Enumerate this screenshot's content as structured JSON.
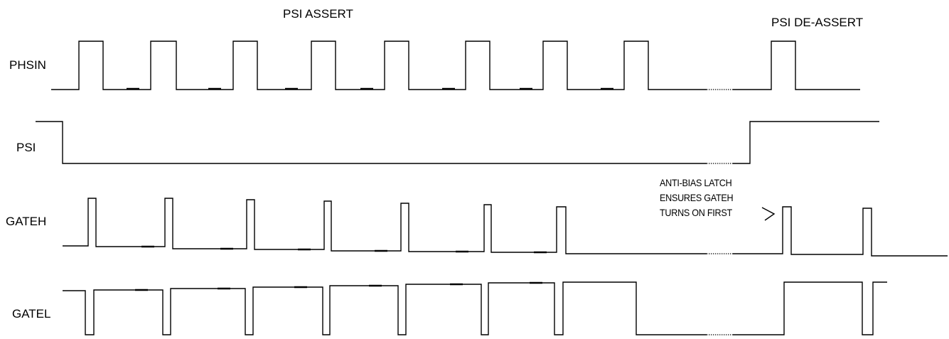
{
  "headings": {
    "assert": "PSI ASSERT",
    "deassert": "PSI DE-ASSERT"
  },
  "signals": {
    "phsin": "PHSIN",
    "psi": "PSI",
    "gateh": "GATEH",
    "gatel": "GATEL"
  },
  "annotation": {
    "line1": "ANTI-BIAS LATCH",
    "line2": "ENSURES GATEH",
    "line3": "TURNS ON FIRST"
  },
  "colors": {
    "ink": "#000000",
    "background": "#ffffff"
  }
}
